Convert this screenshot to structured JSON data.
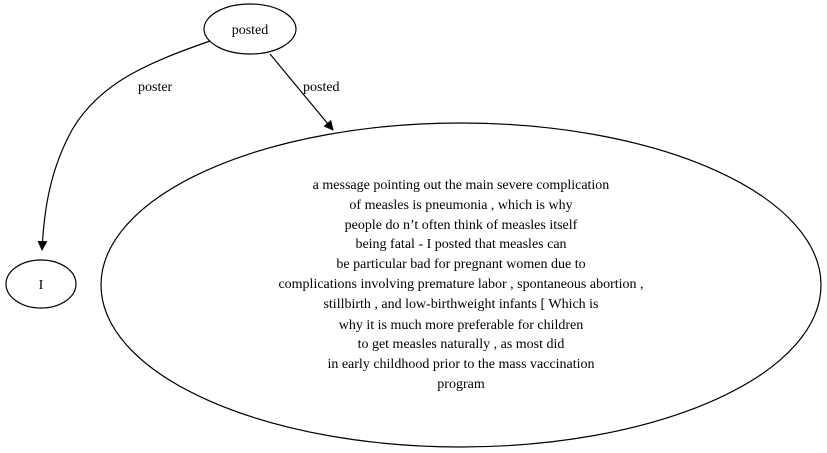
{
  "graph": {
    "nodes": {
      "posted": {
        "label": "posted"
      },
      "i": {
        "label": "I"
      },
      "message": {
        "lines": [
          "a message pointing out the main severe complication",
          "of measles is pneumonia , which is why",
          "people do n’t often think of measles itself",
          "being fatal - I posted that measles can",
          "be particular bad for pregnant women due to",
          "complications involving premature labor , spontaneous abortion ,",
          "stillbirth , and low-birthweight infants [ Which is",
          "why it is much more preferable for children",
          "to get measles naturally , as most did",
          "in early childhood prior to the mass vaccination",
          "program"
        ]
      }
    },
    "edges": {
      "poster": {
        "label": "poster"
      },
      "posted": {
        "label": "posted"
      }
    }
  }
}
